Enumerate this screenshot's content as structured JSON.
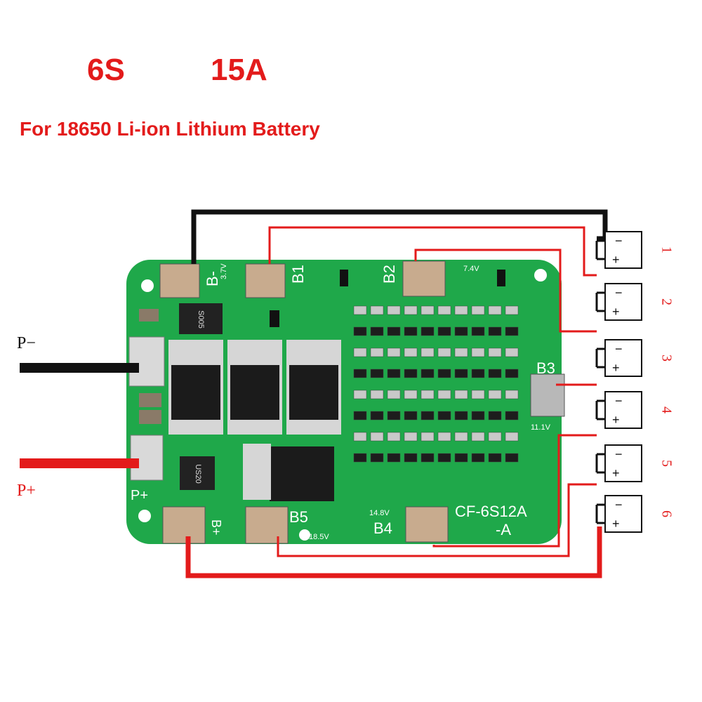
{
  "header": {
    "cells": "6S",
    "current": "15A",
    "subtitle": "For 18650 Li-ion Lithium Battery"
  },
  "colors": {
    "title": "#e31b1b",
    "pcb": "#1fa84a",
    "pad": "#c8ab8e",
    "wire_black": "#111111",
    "wire_red": "#e31b1b"
  },
  "wires": {
    "p_minus": "P−",
    "p_plus": "P+"
  },
  "board": {
    "model_line1": "CF-6S12A",
    "model_line2": "-A",
    "pad_bminus": "B-",
    "pad_b1": "B1",
    "pad_b2": "B2",
    "pad_b3": "B3",
    "pad_b4": "B4",
    "pad_b5": "B5",
    "pad_pplus": "P+",
    "pad_bplus": "B+",
    "v_b1": "3.7V",
    "v_b2": "7.4V",
    "v_b3": "11.1V",
    "v_b4": "14.8V",
    "v_b5": "18.5V",
    "chip_a": "S005",
    "chip_b": "US20"
  },
  "cells_list": [
    {
      "number": "1",
      "minus": "−",
      "plus": "+"
    },
    {
      "number": "2",
      "minus": "−",
      "plus": "+"
    },
    {
      "number": "3",
      "minus": "−",
      "plus": "+"
    },
    {
      "number": "4",
      "minus": "−",
      "plus": "+"
    },
    {
      "number": "5",
      "minus": "−",
      "plus": "+"
    },
    {
      "number": "6",
      "minus": "−",
      "plus": "+"
    }
  ]
}
